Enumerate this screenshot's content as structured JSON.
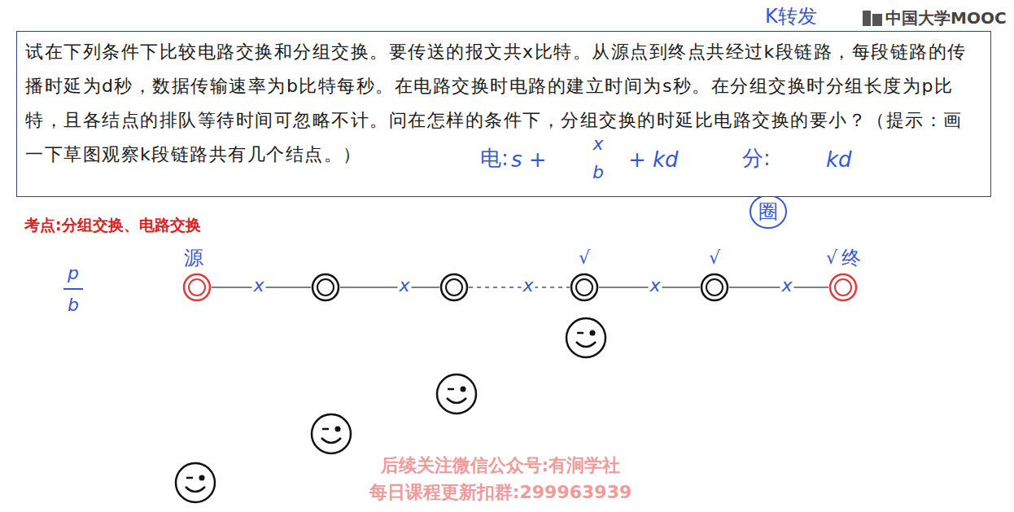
{
  "diagram": {
    "nodes": [
      {
        "text": [
          "试在下列条件下比较电路交换和分组交换。要传送的报文共x比特。从源点到终点共经过k段链路，每段链路的传播时延为d秒，数据传输速率为b比特每秒。在电路交换时电路的建立时间为s秒。在分组交换时分组长度为p比特，且各结点的排队等待时间可忽略不计。问在怎样的条件下，分组交换的时延比电路交换的要小？（提示：画一下草图观察k段链路共有几个结点。）"
        ]
      },
      {
        "text": [
          "源"
        ]
      },
      {
        "text": []
      },
      {
        "text": []
      },
      {
        "text": [
          "√"
        ]
      },
      {
        "text": [
          "√"
        ]
      },
      {
        "text": [
          "√",
          "终"
        ]
      }
    ],
    "edges": [
      {
        "from": 1,
        "to": 2,
        "arrow": "none",
        "label": "x"
      },
      {
        "from": 2,
        "to": 3,
        "arrow": "none",
        "label": "x"
      },
      {
        "from": 3,
        "to": 4,
        "arrow": "none",
        "label": "x"
      },
      {
        "from": 4,
        "to": 5,
        "arrow": "none",
        "label": "x"
      },
      {
        "from": 5,
        "to": 6,
        "arrow": "none",
        "label": "x"
      }
    ],
    "labels": [
      "中国大学MOOC",
      "K转发",
      "电:",
      "s +",
      "x",
      "b",
      "+ kd",
      "分:",
      "kd",
      "圈",
      "考点:分组交换、电路交换",
      "p",
      "b",
      "后续关注微信公众号:有涧学社",
      "每日课程更新扣群:299963939"
    ]
  }
}
